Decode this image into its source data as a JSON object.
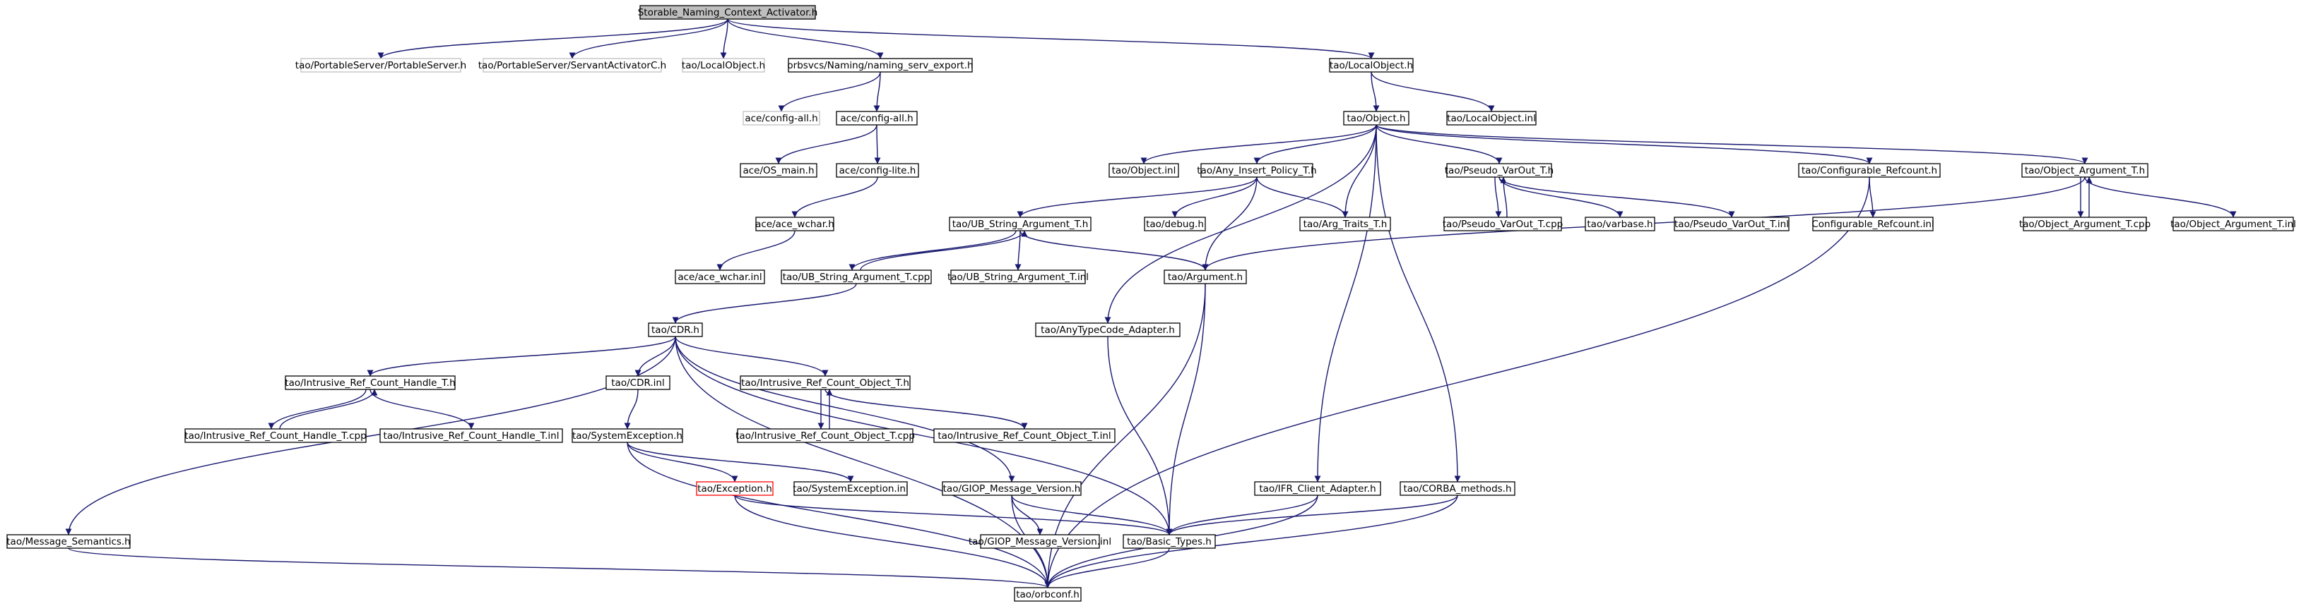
{
  "colors": {
    "edge": "#191970",
    "node_border": "#000000",
    "node_border_external": "#bfbfbf",
    "node_border_truncated": "#ff0000",
    "root_fill": "#bfbfbf",
    "node_fill": "#ffffff"
  },
  "nodes": [
    {
      "id": "root",
      "label": "Storable_Naming_Context_Activator.h",
      "kind": "root"
    },
    {
      "id": "ps",
      "label": "tao/PortableServer/PortableServer.h",
      "kind": "external"
    },
    {
      "id": "sac",
      "label": "tao/PortableServer/ServantActivatorC.h",
      "kind": "external"
    },
    {
      "id": "lo1",
      "label": "tao/LocalObject.h",
      "kind": "external"
    },
    {
      "id": "nse",
      "label": "orbsvcs/Naming/naming_serv_export.h",
      "kind": "normal"
    },
    {
      "id": "lo2",
      "label": "tao/LocalObject.h",
      "kind": "normal"
    },
    {
      "id": "ca1",
      "label": "ace/config-all.h",
      "kind": "external"
    },
    {
      "id": "ca2",
      "label": "ace/config-all.h",
      "kind": "normal"
    },
    {
      "id": "obj",
      "label": "tao/Object.h",
      "kind": "normal"
    },
    {
      "id": "loinl",
      "label": "tao/LocalObject.inl",
      "kind": "normal"
    },
    {
      "id": "osm",
      "label": "ace/OS_main.h",
      "kind": "normal"
    },
    {
      "id": "cl",
      "label": "ace/config-lite.h",
      "kind": "normal"
    },
    {
      "id": "objinl",
      "label": "tao/Object.inl",
      "kind": "normal"
    },
    {
      "id": "aip",
      "label": "tao/Any_Insert_Policy_T.h",
      "kind": "normal"
    },
    {
      "id": "pvo",
      "label": "tao/Pseudo_VarOut_T.h",
      "kind": "normal"
    },
    {
      "id": "cref",
      "label": "tao/Configurable_Refcount.h",
      "kind": "normal"
    },
    {
      "id": "oat",
      "label": "tao/Object_Argument_T.h",
      "kind": "normal"
    },
    {
      "id": "aw",
      "label": "ace/ace_wchar.h",
      "kind": "normal"
    },
    {
      "id": "ubh",
      "label": "tao/UB_String_Argument_T.h",
      "kind": "normal"
    },
    {
      "id": "dbg",
      "label": "tao/debug.h",
      "kind": "normal"
    },
    {
      "id": "art",
      "label": "tao/Arg_Traits_T.h",
      "kind": "normal"
    },
    {
      "id": "pvocpp",
      "label": "tao/Pseudo_VarOut_T.cpp",
      "kind": "normal"
    },
    {
      "id": "vb",
      "label": "tao/varbase.h",
      "kind": "normal"
    },
    {
      "id": "pvoinl",
      "label": "tao/Pseudo_VarOut_T.inl",
      "kind": "normal"
    },
    {
      "id": "crefinl",
      "label": "Configurable_Refcount.inl",
      "kind": "normal"
    },
    {
      "id": "oatcpp",
      "label": "tao/Object_Argument_T.cpp",
      "kind": "normal"
    },
    {
      "id": "oatinl",
      "label": "tao/Object_Argument_T.inl",
      "kind": "normal"
    },
    {
      "id": "awinl",
      "label": "ace/ace_wchar.inl",
      "kind": "normal"
    },
    {
      "id": "ubcpp",
      "label": "tao/UB_String_Argument_T.cpp",
      "kind": "normal"
    },
    {
      "id": "ubinl",
      "label": "tao/UB_String_Argument_T.inl",
      "kind": "normal"
    },
    {
      "id": "argh",
      "label": "tao/Argument.h",
      "kind": "normal"
    },
    {
      "id": "cdr",
      "label": "tao/CDR.h",
      "kind": "normal"
    },
    {
      "id": "atca",
      "label": "tao/AnyTypeCode_Adapter.h",
      "kind": "normal"
    },
    {
      "id": "irch",
      "label": "tao/Intrusive_Ref_Count_Handle_T.h",
      "kind": "normal"
    },
    {
      "id": "cdrinl",
      "label": "tao/CDR.inl",
      "kind": "normal"
    },
    {
      "id": "irco",
      "label": "tao/Intrusive_Ref_Count_Object_T.h",
      "kind": "normal"
    },
    {
      "id": "irchcpp",
      "label": "tao/Intrusive_Ref_Count_Handle_T.cpp",
      "kind": "normal"
    },
    {
      "id": "irchinl",
      "label": "tao/Intrusive_Ref_Count_Handle_T.inl",
      "kind": "normal"
    },
    {
      "id": "syse",
      "label": "tao/SystemException.h",
      "kind": "normal"
    },
    {
      "id": "ircocpp",
      "label": "tao/Intrusive_Ref_Count_Object_T.cpp",
      "kind": "normal"
    },
    {
      "id": "ircoinl",
      "label": "tao/Intrusive_Ref_Count_Object_T.inl",
      "kind": "normal"
    },
    {
      "id": "exc",
      "label": "tao/Exception.h",
      "kind": "truncated"
    },
    {
      "id": "syseinl",
      "label": "tao/SystemException.inl",
      "kind": "normal"
    },
    {
      "id": "giop",
      "label": "tao/GIOP_Message_Version.h",
      "kind": "normal"
    },
    {
      "id": "ifr",
      "label": "tao/IFR_Client_Adapter.h",
      "kind": "normal"
    },
    {
      "id": "corba",
      "label": "tao/CORBA_methods.h",
      "kind": "normal"
    },
    {
      "id": "msem",
      "label": "tao/Message_Semantics.h",
      "kind": "normal"
    },
    {
      "id": "giopinl",
      "label": "tao/GIOP_Message_Version.inl",
      "kind": "normal"
    },
    {
      "id": "bt",
      "label": "tao/Basic_Types.h",
      "kind": "normal"
    },
    {
      "id": "orbconf",
      "label": "tao/orbconf.h",
      "kind": "normal"
    }
  ],
  "edges": [
    [
      "root",
      "ps"
    ],
    [
      "root",
      "sac"
    ],
    [
      "root",
      "lo1"
    ],
    [
      "root",
      "nse"
    ],
    [
      "root",
      "lo2"
    ],
    [
      "nse",
      "ca1"
    ],
    [
      "nse",
      "ca2"
    ],
    [
      "ca2",
      "osm"
    ],
    [
      "ca2",
      "cl"
    ],
    [
      "cl",
      "aw"
    ],
    [
      "aw",
      "awinl"
    ],
    [
      "lo2",
      "obj"
    ],
    [
      "lo2",
      "loinl"
    ],
    [
      "obj",
      "objinl"
    ],
    [
      "obj",
      "aip"
    ],
    [
      "obj",
      "art"
    ],
    [
      "obj",
      "pvo"
    ],
    [
      "obj",
      "cref"
    ],
    [
      "obj",
      "oat"
    ],
    [
      "obj",
      "atca"
    ],
    [
      "obj",
      "ifr"
    ],
    [
      "obj",
      "corba"
    ],
    [
      "aip",
      "ubh"
    ],
    [
      "aip",
      "dbg"
    ],
    [
      "aip",
      "art"
    ],
    [
      "aip",
      "argh"
    ],
    [
      "pvo",
      "pvocpp"
    ],
    [
      "pvocpp",
      "pvo"
    ],
    [
      "pvo",
      "vb"
    ],
    [
      "pvo",
      "pvoinl"
    ],
    [
      "cref",
      "crefinl"
    ],
    [
      "cref",
      "orbconf"
    ],
    [
      "oat",
      "oatcpp"
    ],
    [
      "oatcpp",
      "oat"
    ],
    [
      "oat",
      "oatinl"
    ],
    [
      "oat",
      "argh"
    ],
    [
      "ubh",
      "ubcpp"
    ],
    [
      "ubcpp",
      "ubh"
    ],
    [
      "ubh",
      "ubinl"
    ],
    [
      "ubh",
      "argh"
    ],
    [
      "ubcpp",
      "cdr"
    ],
    [
      "argh",
      "bt"
    ],
    [
      "argh",
      "orbconf"
    ],
    [
      "atca",
      "bt"
    ],
    [
      "cdr",
      "irch"
    ],
    [
      "cdr",
      "cdrinl"
    ],
    [
      "cdr",
      "irco"
    ],
    [
      "cdr",
      "giop"
    ],
    [
      "cdr",
      "msem"
    ],
    [
      "cdr",
      "bt"
    ],
    [
      "cdr",
      "orbconf"
    ],
    [
      "irch",
      "irchcpp"
    ],
    [
      "irchcpp",
      "irch"
    ],
    [
      "irch",
      "irchinl"
    ],
    [
      "irco",
      "ircocpp"
    ],
    [
      "ircocpp",
      "irco"
    ],
    [
      "irco",
      "ircoinl"
    ],
    [
      "cdrinl",
      "syse"
    ],
    [
      "syse",
      "exc"
    ],
    [
      "syse",
      "syseinl"
    ],
    [
      "syse",
      "orbconf"
    ],
    [
      "exc",
      "bt"
    ],
    [
      "exc",
      "orbconf"
    ],
    [
      "giop",
      "giopinl"
    ],
    [
      "giop",
      "bt"
    ],
    [
      "giop",
      "orbconf"
    ],
    [
      "ifr",
      "bt"
    ],
    [
      "ifr",
      "orbconf"
    ],
    [
      "corba",
      "bt"
    ],
    [
      "corba",
      "orbconf"
    ],
    [
      "msem",
      "orbconf"
    ],
    [
      "bt",
      "orbconf"
    ]
  ]
}
